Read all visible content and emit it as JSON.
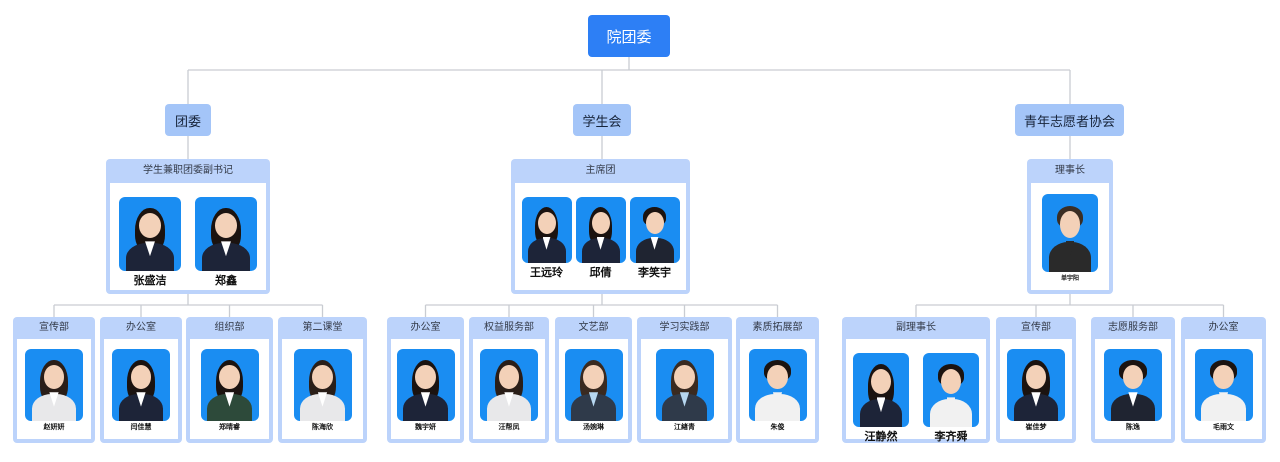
{
  "root": {
    "label": "院团委"
  },
  "branches": [
    {
      "id": "b1",
      "label": "团委",
      "lead": {
        "title": "学生兼职团委副书记",
        "members": [
          "张盛洁",
          "郑鑫"
        ]
      },
      "departments": [
        {
          "title": "宣传部",
          "members": [
            "赵妍妍"
          ]
        },
        {
          "title": "办公室",
          "members": [
            "闫佳慧"
          ]
        },
        {
          "title": "组织部",
          "members": [
            "郑晴睿"
          ]
        },
        {
          "title": "第二课堂",
          "members": [
            "陈海欣"
          ]
        }
      ]
    },
    {
      "id": "b2",
      "label": "学生会",
      "lead": {
        "title": "主席团",
        "members": [
          "王远玲",
          "邱倩",
          "李笑宇"
        ]
      },
      "departments": [
        {
          "title": "办公室",
          "members": [
            "魏宇妍"
          ]
        },
        {
          "title": "权益服务部",
          "members": [
            "汪帮凤"
          ]
        },
        {
          "title": "文艺部",
          "members": [
            "汤婉琳"
          ]
        },
        {
          "title": "学习实践部",
          "members": [
            "江緖青"
          ]
        },
        {
          "title": "素质拓展部",
          "members": [
            "朱俊"
          ]
        }
      ]
    },
    {
      "id": "b3",
      "label": "青年志愿者协会",
      "lead": {
        "title": "理事长",
        "members": [
          "单宇阳"
        ]
      },
      "departments": [
        {
          "title": "副理事长",
          "members": [
            "汪静然",
            "李齐舜"
          ]
        },
        {
          "title": "宣传部",
          "members": [
            "崔佳梦"
          ]
        },
        {
          "title": "志愿服务部",
          "members": [
            "陈逸"
          ]
        },
        {
          "title": "办公室",
          "members": [
            "毛雨文"
          ]
        }
      ]
    }
  ],
  "colors": {
    "root_fill": "#2d7ff5",
    "level2_fill": "#a4c5f8",
    "card_fill": "#bcd3fb",
    "photo_background": "#1a8df2",
    "connector": "#c9ccd2"
  }
}
